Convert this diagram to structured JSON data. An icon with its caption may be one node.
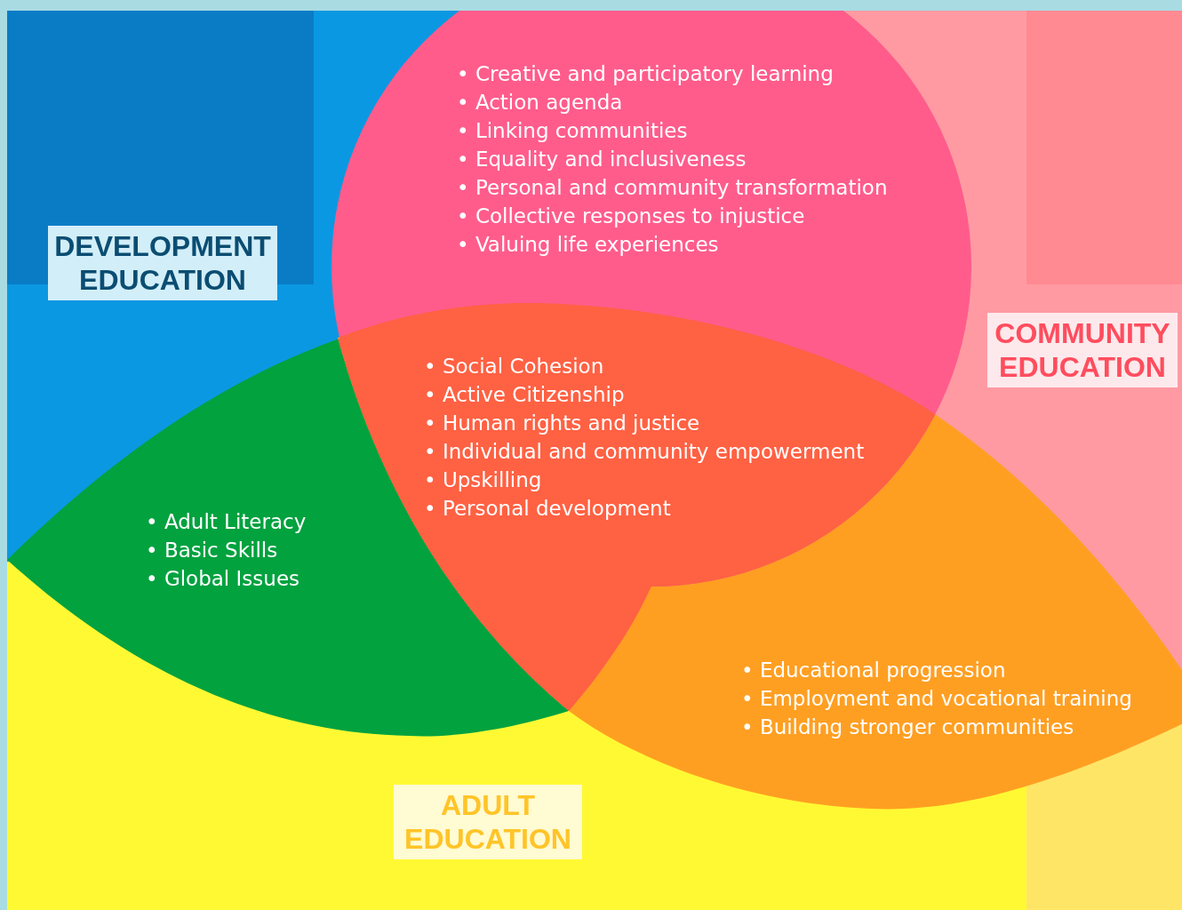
{
  "diagram": {
    "nodes": [
      {
        "text": [
          "DEVELOPMENT EDUCATION"
        ]
      },
      {
        "text": [
          "COMMUNITY EDUCATION"
        ]
      },
      {
        "text": [
          "ADULT EDUCATION"
        ]
      }
    ],
    "labels": [
      "• Creative and participatory learning",
      "• Action agenda",
      "• Linking communities",
      "• Equality and inclusiveness",
      "• Personal and community transformation",
      "• Collective responses to injustice",
      "• Valuing life experiences",
      "• Social Cohesion",
      "• Active Citizenship",
      "• Human rights and justice",
      "• Individual and community empowerment",
      "• Upskilling",
      "• Personal development",
      "• Adult Literacy",
      "• Basic Skills",
      "• Global Issues",
      "• Educational progression",
      "• Employment and vocational training",
      "• Building stronger communities"
    ]
  }
}
